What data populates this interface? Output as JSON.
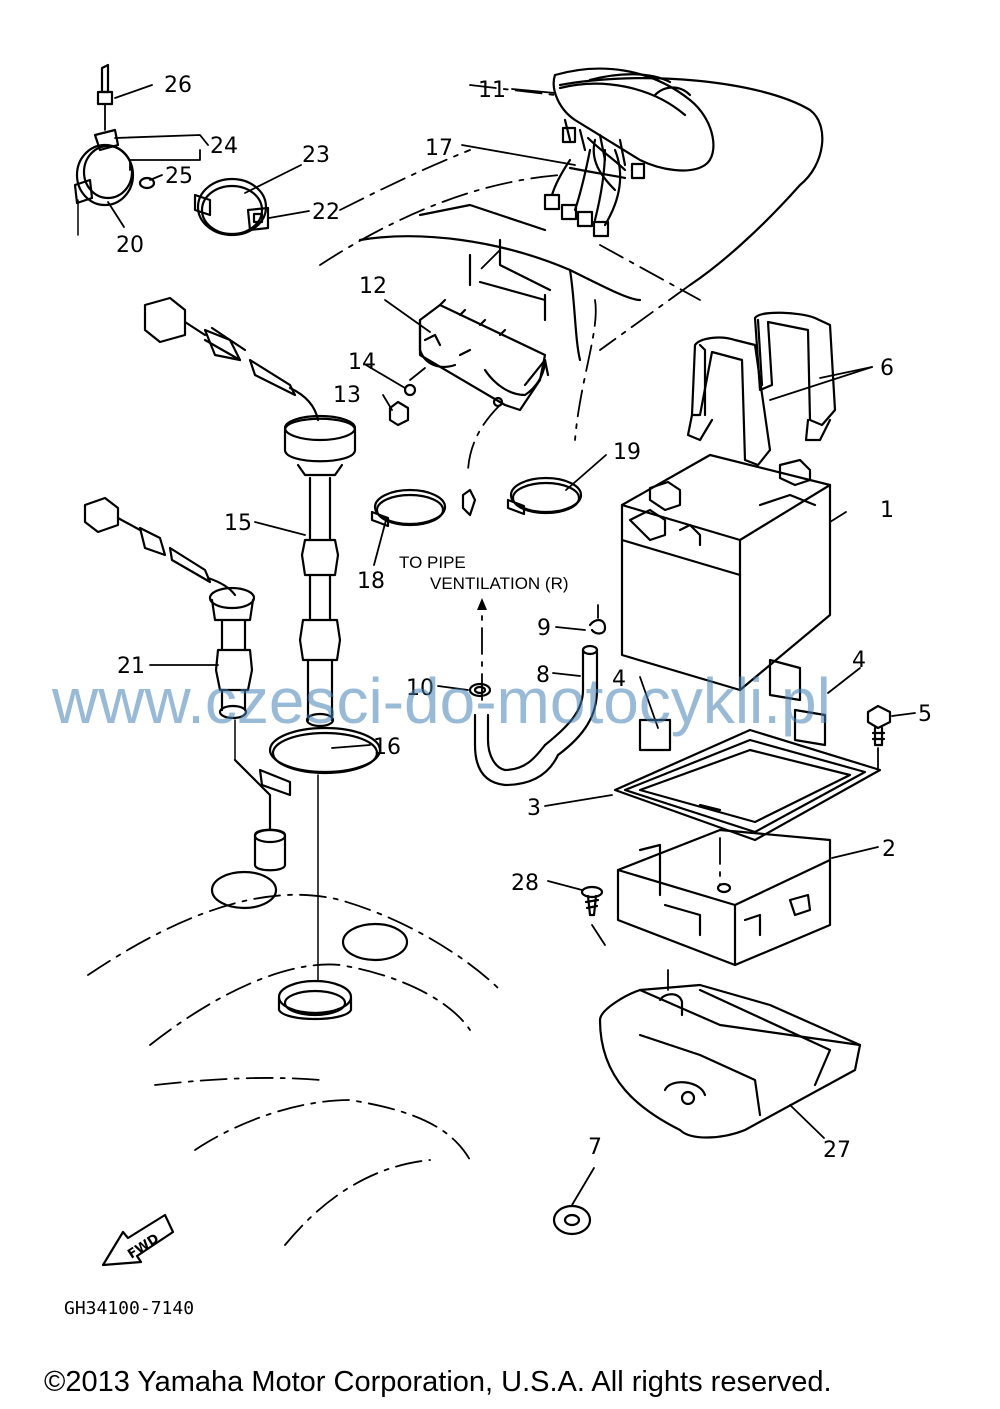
{
  "callouts": {
    "c1": "1",
    "c2": "2",
    "c3": "3",
    "c4a": "4",
    "c4b": "4",
    "c5": "5",
    "c6": "6",
    "c7": "7",
    "c8": "8",
    "c9": "9",
    "c10": "10",
    "c11": "11",
    "c12": "12",
    "c13": "13",
    "c14": "14",
    "c15": "15",
    "c16": "16",
    "c17": "17",
    "c18": "18",
    "c19": "19",
    "c20": "20",
    "c21": "21",
    "c22": "22",
    "c23": "23",
    "c24": "24",
    "c25": "25",
    "c26": "26",
    "c27": "27",
    "c28": "28"
  },
  "note": {
    "line1": "TO PIPE",
    "line2": "VENTILATION (R)"
  },
  "fwd_label": "FWD",
  "drawing_code": "GH34100-7140",
  "watermark": "www.czesci-do-motocykli.pl",
  "copyright": "©2013 Yamaha Motor Corporation, U.S.A. All rights reserved.",
  "colors": {
    "line": "#000000",
    "watermark": "#4682b4",
    "background": "#ffffff"
  }
}
